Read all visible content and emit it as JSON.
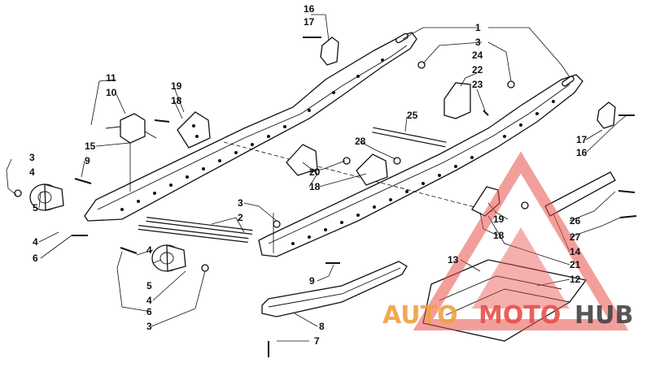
{
  "diagram": {
    "callouts": [
      {
        "id": "c1",
        "text": "16"
      },
      {
        "id": "c2",
        "text": "17"
      },
      {
        "id": "c3",
        "text": "1"
      },
      {
        "id": "c4",
        "text": "3"
      },
      {
        "id": "c5",
        "text": "24"
      },
      {
        "id": "c6",
        "text": "22"
      },
      {
        "id": "c7",
        "text": "23"
      },
      {
        "id": "c8",
        "text": "11"
      },
      {
        "id": "c9",
        "text": "10"
      },
      {
        "id": "c10",
        "text": "19"
      },
      {
        "id": "c11",
        "text": "18"
      },
      {
        "id": "c12",
        "text": "25"
      },
      {
        "id": "c13",
        "text": "17"
      },
      {
        "id": "c14",
        "text": "16"
      },
      {
        "id": "c15",
        "text": "15"
      },
      {
        "id": "c16",
        "text": "9"
      },
      {
        "id": "c17",
        "text": "28"
      },
      {
        "id": "c18",
        "text": "3"
      },
      {
        "id": "c19",
        "text": "4"
      },
      {
        "id": "c20",
        "text": "20"
      },
      {
        "id": "c21",
        "text": "18"
      },
      {
        "id": "c22",
        "text": "3"
      },
      {
        "id": "c23",
        "text": "2"
      },
      {
        "id": "c24",
        "text": "5"
      },
      {
        "id": "c25",
        "text": "4"
      },
      {
        "id": "c26",
        "text": "6"
      },
      {
        "id": "c27",
        "text": "19"
      },
      {
        "id": "c28",
        "text": "18"
      },
      {
        "id": "c29",
        "text": "26"
      },
      {
        "id": "c30",
        "text": "27"
      },
      {
        "id": "c31",
        "text": "14"
      },
      {
        "id": "c32",
        "text": "21"
      },
      {
        "id": "c33",
        "text": "13"
      },
      {
        "id": "c34",
        "text": "12"
      },
      {
        "id": "c35",
        "text": "4"
      },
      {
        "id": "c36",
        "text": "5"
      },
      {
        "id": "c37",
        "text": "4"
      },
      {
        "id": "c38",
        "text": "6"
      },
      {
        "id": "c39",
        "text": "3"
      },
      {
        "id": "c40",
        "text": "9"
      },
      {
        "id": "c41",
        "text": "8"
      },
      {
        "id": "c42",
        "text": "7"
      }
    ]
  },
  "watermark": {
    "text_auto": "AUTO",
    "text_moto": "MOTO",
    "text_hub": "HUB",
    "color_red": "#e8504a",
    "color_orange": "#f0a040",
    "color_dark": "#444444"
  }
}
